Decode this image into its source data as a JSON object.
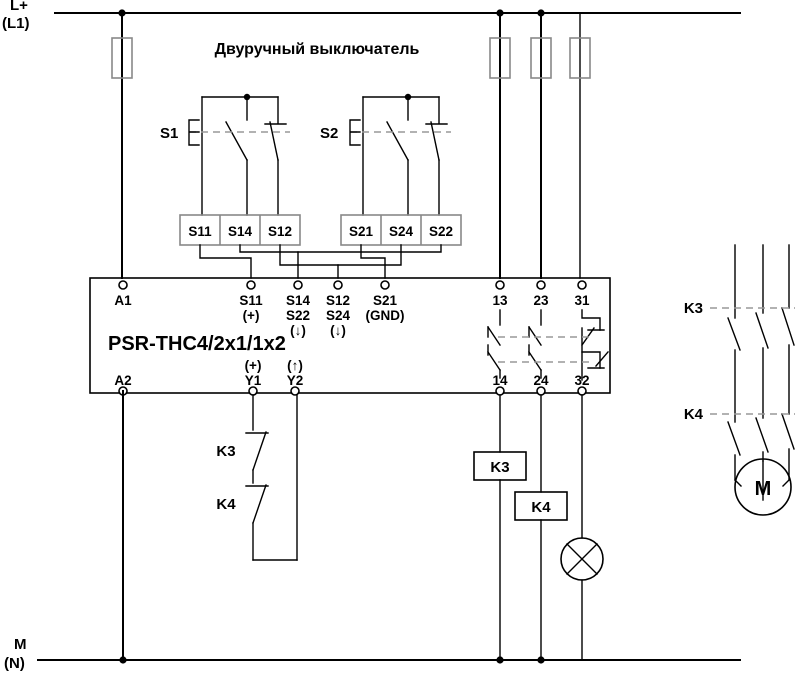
{
  "diagram": {
    "type": "electrical-schematic",
    "title": "PSR-THC4/2x1/1x2 safety relay wiring diagram",
    "rails": {
      "top": {
        "label_line1": "L+",
        "label_line2": "(L1)"
      },
      "bottom": {
        "label_line1": "M",
        "label_line2": "(N)"
      }
    },
    "section_title": "Двуручный выключатель",
    "device": {
      "name": "PSR-THC4/2x1/1x2",
      "top_terminals": [
        {
          "id": "A1",
          "lines": [
            "A1"
          ]
        },
        {
          "id": "S11",
          "lines": [
            "S11",
            "(+)"
          ]
        },
        {
          "id": "S14",
          "lines": [
            "S14",
            "S22",
            "(↓)"
          ]
        },
        {
          "id": "S12",
          "lines": [
            "S12",
            "S24",
            "(↓)"
          ]
        },
        {
          "id": "S21",
          "lines": [
            "S21",
            "(GND)"
          ]
        },
        {
          "id": "13",
          "lines": [
            "13"
          ]
        },
        {
          "id": "23",
          "lines": [
            "23"
          ]
        },
        {
          "id": "31",
          "lines": [
            "31"
          ]
        }
      ],
      "bottom_terminals": [
        {
          "id": "A2",
          "lines": [
            "A2"
          ]
        },
        {
          "id": "Y1",
          "lines": [
            "(+)",
            "Y1"
          ]
        },
        {
          "id": "Y2",
          "lines": [
            "(↑)",
            "Y2"
          ]
        },
        {
          "id": "14",
          "lines": [
            "14"
          ]
        },
        {
          "id": "24",
          "lines": [
            "24"
          ]
        },
        {
          "id": "32",
          "lines": [
            "32"
          ]
        }
      ]
    },
    "switches": [
      {
        "name": "S1",
        "terminals": [
          "S11",
          "S14",
          "S12"
        ]
      },
      {
        "name": "S2",
        "terminals": [
          "S21",
          "S24",
          "S22"
        ]
      }
    ],
    "feedback_contacts": [
      {
        "label": "K3"
      },
      {
        "label": "K4"
      }
    ],
    "coils": [
      {
        "label": "K3"
      },
      {
        "label": "K4"
      }
    ],
    "lamp": {
      "name": "indicator-lamp"
    },
    "motor_circuit": {
      "contactors": [
        {
          "label": "K3"
        },
        {
          "label": "K4"
        }
      ],
      "motor_label": "M"
    },
    "fuses": [
      {
        "name": "fuse-a1"
      },
      {
        "name": "fuse-13"
      },
      {
        "name": "fuse-23"
      },
      {
        "name": "fuse-31"
      }
    ],
    "colors": {
      "line": "#000000",
      "background": "#ffffff",
      "dashed": "#000000"
    }
  }
}
